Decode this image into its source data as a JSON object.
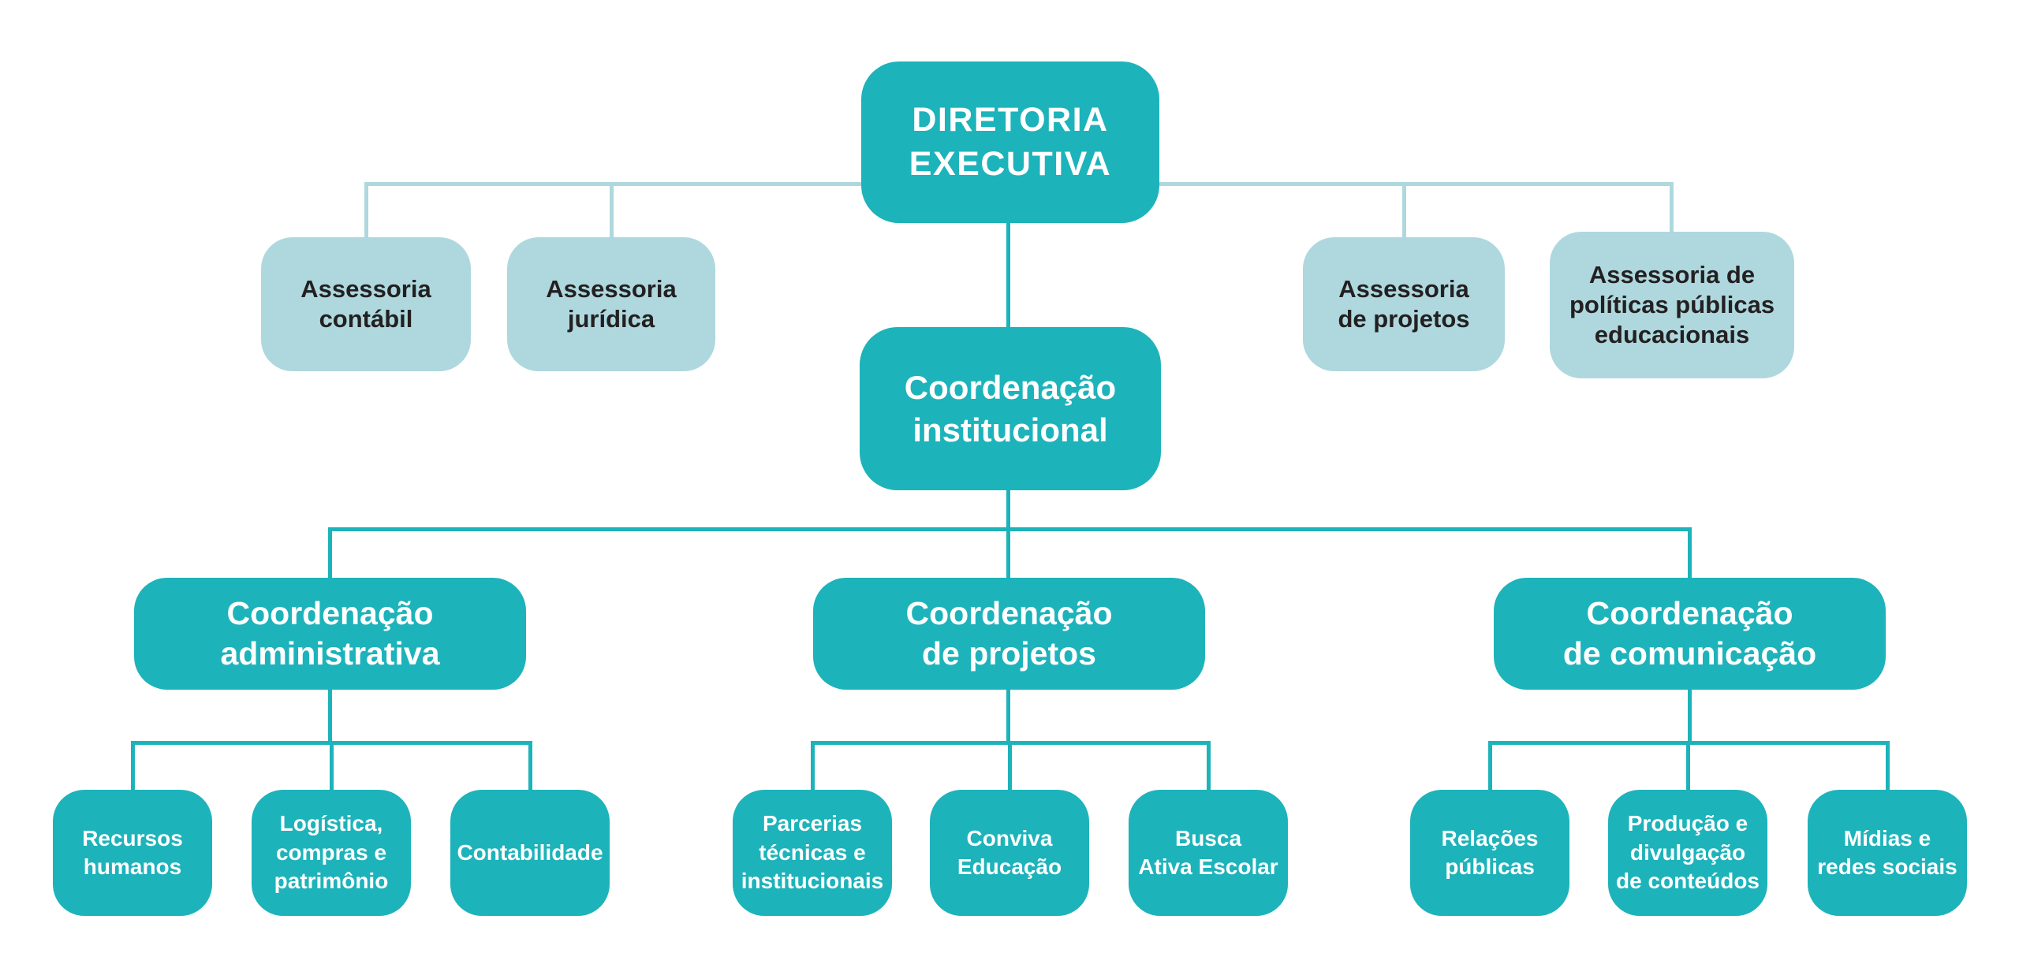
{
  "palette": {
    "background": "#ffffff",
    "teal": "#1db3ba",
    "light_teal": "#aed8de",
    "text_on_teal": "#ffffff",
    "text_on_light": "#232021"
  },
  "org_chart": {
    "root": {
      "label": "DIRETORIA\nEXECUTIVA"
    },
    "advisors": [
      {
        "label": "Assessoria\ncontábil"
      },
      {
        "label": "Assessoria\njurídica"
      },
      {
        "label": "Assessoria\nde projetos"
      },
      {
        "label": "Assessoria de\npolíticas públicas\neducacionais"
      }
    ],
    "institutional": {
      "label": "Coordenação\ninstitucional"
    },
    "branches": [
      {
        "label": "Coordenação\nadministrativa",
        "children": [
          {
            "label": "Recursos\nhumanos"
          },
          {
            "label": "Logística,\ncompras e\npatrimônio"
          },
          {
            "label": "Contabilidade"
          }
        ]
      },
      {
        "label": "Coordenação\nde projetos",
        "children": [
          {
            "label": "Parcerias\ntécnicas e\ninstitucionais"
          },
          {
            "label": "Conviva\nEducação"
          },
          {
            "label": "Busca\nAtiva Escolar"
          }
        ]
      },
      {
        "label": "Coordenação\nde comunicação",
        "children": [
          {
            "label": "Relações\npúblicas"
          },
          {
            "label": "Produção e\ndivulgação\nde conteúdos"
          },
          {
            "label": "Mídias e\nredes sociais"
          }
        ]
      }
    ]
  }
}
